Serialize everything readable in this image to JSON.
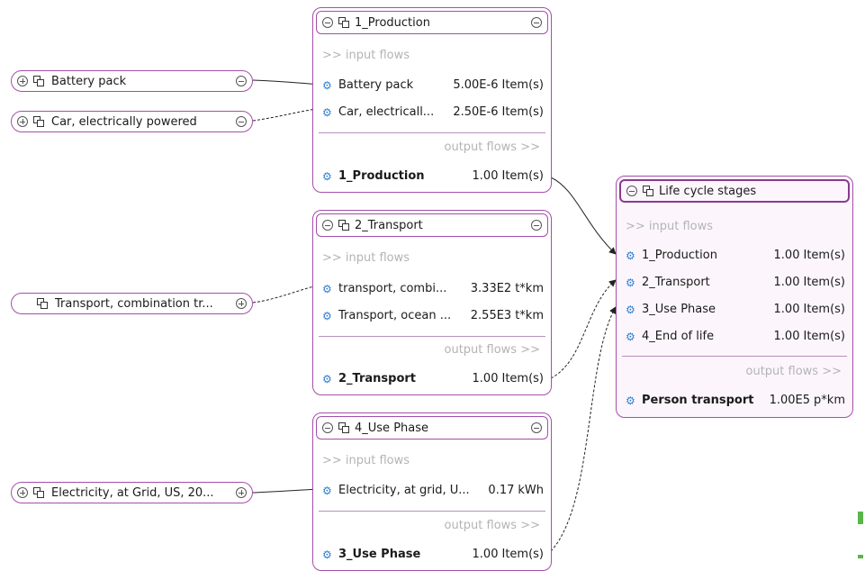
{
  "labels": {
    "input_flows": ">> input flows",
    "output_flows": "output flows >>"
  },
  "external": [
    {
      "label": "Battery pack"
    },
    {
      "label": "Car, electrically powered"
    },
    {
      "label": "Transport, combination tr..."
    },
    {
      "label": "Electricity, at Grid, US, 20..."
    }
  ],
  "processes": {
    "production": {
      "title": "1_Production",
      "inputs": [
        {
          "name": "Battery pack",
          "amount": "5.00E-6",
          "unit": "Item(s)"
        },
        {
          "name": "Car, electricall...",
          "amount": "2.50E-6",
          "unit": "Item(s)"
        }
      ],
      "output": {
        "name": "1_Production",
        "amount": "1.00",
        "unit": "Item(s)"
      }
    },
    "transport": {
      "title": "2_Transport",
      "inputs": [
        {
          "name": "transport, combi...",
          "amount": "3.33E2",
          "unit": "t*km"
        },
        {
          "name": "Transport, ocean ...",
          "amount": "2.55E3",
          "unit": "t*km"
        }
      ],
      "output": {
        "name": "2_Transport",
        "amount": "1.00",
        "unit": "Item(s)"
      }
    },
    "use_phase": {
      "title": "4_Use Phase",
      "inputs": [
        {
          "name": "Electricity, at grid, U...",
          "amount": "0.17",
          "unit": "kWh"
        }
      ],
      "output": {
        "name": "3_Use Phase",
        "amount": "1.00",
        "unit": "Item(s)"
      }
    },
    "life_cycle": {
      "title": "Life cycle stages",
      "inputs": [
        {
          "name": "1_Production",
          "amount": "1.00",
          "unit": "Item(s)"
        },
        {
          "name": "2_Transport",
          "amount": "1.00",
          "unit": "Item(s)"
        },
        {
          "name": "3_Use Phase",
          "amount": "1.00",
          "unit": "Item(s)"
        },
        {
          "name": "4_End of life",
          "amount": "1.00",
          "unit": "Item(s)"
        }
      ],
      "output": {
        "name": "Person transport",
        "amount": "1.00E5",
        "unit": "p*km"
      }
    }
  },
  "colors": {
    "border": "#a34fa8",
    "gear": "#2f7fd0",
    "muted": "#b4b4b4"
  }
}
